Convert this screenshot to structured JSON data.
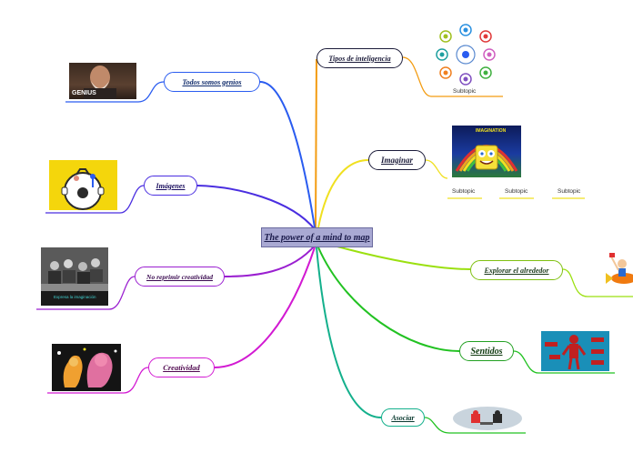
{
  "central": "The power of a mind to map",
  "branches": {
    "tipos": "Tipos de inteligencia",
    "imaginar": "Imaginar",
    "explorar": "Explorar el alrededor",
    "sentidos": "Sentidos",
    "asociar": "Asociar",
    "genios": "Todos somos genios",
    "imagenes": "Imágenes",
    "reprimir": "No reprimir creatividad",
    "creatividad": "Creatividad"
  },
  "subtopics": {
    "tipos": "Subtopic",
    "imaginar_1": "Subtopic",
    "imaginar_2": "Subtopic",
    "imaginar_3": "Subtopic"
  },
  "image_text": {
    "genius": "GENIUS",
    "imagination": "IMAGINATION",
    "expresa": "Expresa la imaginación"
  },
  "colors": {
    "central_bg": "#a9a9d3",
    "tipos": "#f39c12",
    "imaginar": "#f0e020",
    "explorar": "#9be010",
    "sentidos": "#22c222",
    "asociar": "#14b08c",
    "genios": "#2a5cf0",
    "imagenes": "#4a2ee0",
    "reprimir": "#9a1fd0",
    "creatividad": "#d21ad2"
  },
  "icons": {
    "tipos_image": "multiple-intelligences-diagram",
    "imaginar_image": "spongebob-imagination",
    "explorar_image": "rocket-boy",
    "sentidos_image": "senses-body-diagram",
    "asociar_image": "chess-figures",
    "genios_image": "genius-man-photo",
    "imagenes_image": "head-diagram",
    "reprimir_image": "classroom-photo",
    "creatividad_image": "creativity-art"
  }
}
